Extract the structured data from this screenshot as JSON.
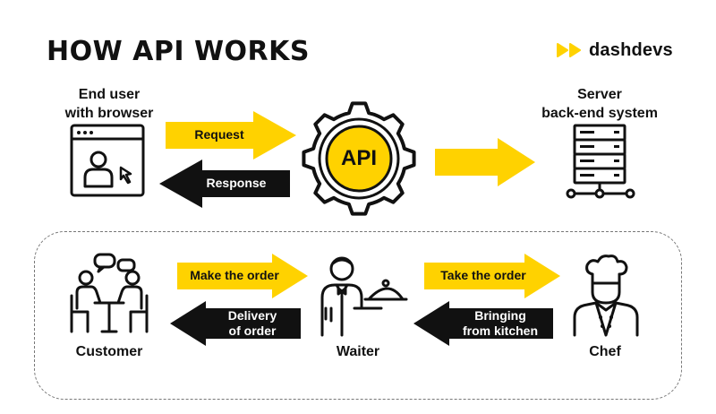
{
  "title": "HOW API WORKS",
  "brand": {
    "name": "dashdevs",
    "color": "#FFD200"
  },
  "colors": {
    "yellow": "#FFD200",
    "black": "#111111"
  },
  "top": {
    "end_user_label": [
      "End user",
      "with browser"
    ],
    "server_label": [
      "Server",
      "back-end system"
    ],
    "request": "Request",
    "response": "Response",
    "api": "API"
  },
  "bottom": {
    "customer": "Customer",
    "waiter": "Waiter",
    "chef": "Chef",
    "make_order": "Make the order",
    "delivery": [
      "Delivery",
      "of order"
    ],
    "take_order": "Take the order",
    "bringing": [
      "Bringing",
      "from kitchen"
    ]
  }
}
